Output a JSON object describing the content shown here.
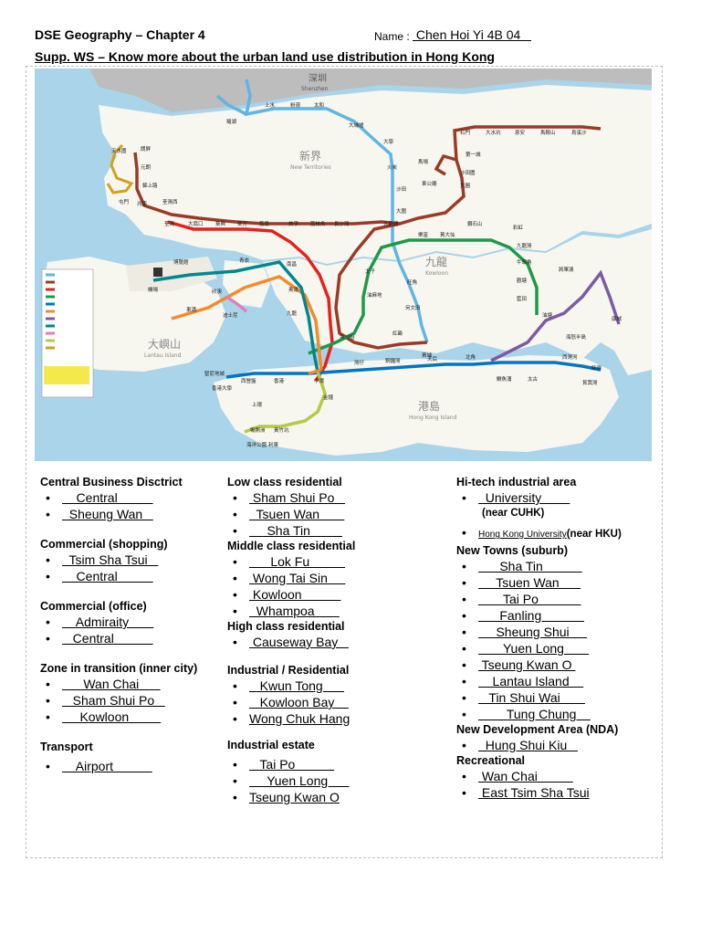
{
  "header": {
    "title": "DSE Geography – Chapter 4",
    "name_label": "Name :",
    "name_value": " Chen Hoi Yi 4B 04   ",
    "subtitle": "Supp. WS – Know more about the urban land use distribution in Hong Kong"
  },
  "map": {
    "labels": {
      "shenzhen_cn": "深圳",
      "shenzhen": "Shenzhen",
      "nt_cn": "新界",
      "nt": "New Territories",
      "kowloon_cn": "九龍",
      "kowloon": "Kowloon",
      "lantau_cn": "大嶼山",
      "lantau": "Lantau Island",
      "hki_cn": "港島",
      "hki": "Hong Kong Island"
    },
    "stations": [
      "羅湖",
      "上水",
      "粉嶺",
      "太和",
      "大埔墟",
      "大學",
      "火炭",
      "馬場",
      "沙田",
      "大圍",
      "第一城",
      "石門",
      "大水坑",
      "恩安",
      "馬鞍山",
      "烏溪沙",
      "沙田圍",
      "車公廟",
      "天水圍",
      "元朗",
      "朗屏",
      "錦上路",
      "屯門",
      "兆康",
      "荃灣西",
      "荃灣",
      "大窩口",
      "葵興",
      "葵芳",
      "荔景",
      "美孚",
      "荔枝角",
      "長沙灣",
      "九龍塘",
      "樂富",
      "黃大仙",
      "鑽石山",
      "彩虹",
      "九龍灣",
      "牛頭角",
      "觀塘",
      "藍田",
      "油塘",
      "將軍澳",
      "康城",
      "太子",
      "旺角",
      "油麻地",
      "尖沙咀",
      "紅磡",
      "黃埔",
      "何文田",
      "機場",
      "博覽館",
      "東涌",
      "欣澳",
      "迪士尼",
      "青衣",
      "南昌",
      "奥運",
      "九龍",
      "香港",
      "中環",
      "金鐘",
      "灣仔",
      "銅鑼灣",
      "天后",
      "北角",
      "鰂魚涌",
      "太古",
      "西灣河",
      "筲箕灣",
      "柴灣",
      "堅尼地城",
      "香港大學",
      "西營盤",
      "上環",
      "海洋公園",
      "利東",
      "鴨脷洲",
      "黃竹坑",
      "海怒半島",
      "大圓"
    ]
  },
  "col1": {
    "cbd": {
      "heading": "Central Business Disctrict",
      "items": [
        "    Central          ",
        "  Sheung Wan   "
      ]
    },
    "shopping": {
      "heading": "Commercial (shopping)",
      "items": [
        "  Tsim Sha Tsui   ",
        "    Central          "
      ]
    },
    "office": {
      "heading": "Commercial (office)",
      "items": [
        "    Admiraity       ",
        "   Central           "
      ]
    },
    "transition": {
      "heading": "Zone in transition (inner city)",
      "items": [
        "      Wan Chai      ",
        "   Sham Shui Po   ",
        "     Kowloon         "
      ]
    },
    "transport": {
      "heading": "Transport",
      "items": [
        "    Airport           "
      ]
    }
  },
  "col2": {
    "low": {
      "heading": "Low class  residential",
      "items": [
        " Sham Shui Po   ",
        "  Tsuen Wan       ",
        "     Sha Tin         "
      ]
    },
    "middle": {
      "heading": "Middle class residential",
      "items": [
        "      Lok Fu          ",
        " Wong Tai Sin     ",
        " Kowloon           ",
        "  Whampoa       "
      ]
    },
    "high": {
      "heading": "High class residential",
      "items": [
        " Causeway Bay   "
      ]
    },
    "industrial_res": {
      "heading": "Industrial / Residential",
      "items": [
        "   Kwun Tong      ",
        "   Kowloon Bay    ",
        "Wong Chuk Hang"
      ]
    },
    "estate": {
      "heading": "Industrial estate",
      "items": [
        "   Tai Po           ",
        "     Yuen Long      ",
        "Tseung Kwan O"
      ]
    }
  },
  "col3": {
    "hitech": {
      "heading": "Hi-tech industrial area",
      "items": [
        "  University        "
      ],
      "note1": "(near CUHK)",
      "item2": "Hong Kong University",
      "note2": "(near HKU)"
    },
    "newtowns": {
      "heading": "New Towns (suburb)",
      "items": [
        "      Sha Tin           ",
        "     Tsuen Wan      ",
        "       Tai Po            ",
        "      Fanling            ",
        "     Sheung Shui     ",
        "       Yuen Long       ",
        " Tseung Kwan O ",
        "    Lantau Island    ",
        "   Tin Shui Wai       ",
        "        Tung Chung    "
      ]
    },
    "nda": {
      "heading": "New Development Area (NDA)",
      "items": [
        "  Hung Shui Kiu   "
      ]
    },
    "recreational": {
      "heading": "Recreational",
      "items": [
        " Wan Chai          ",
        " East Tsim Sha Tsui"
      ]
    }
  }
}
